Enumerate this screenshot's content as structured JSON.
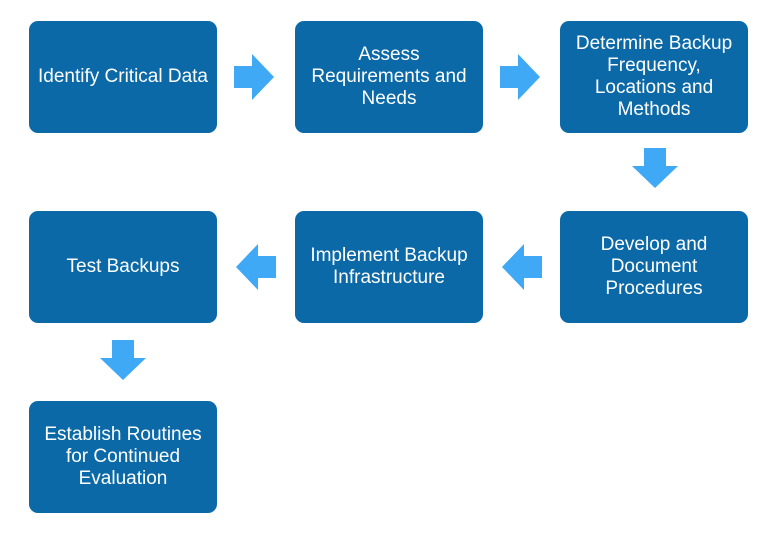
{
  "colors": {
    "box_fill": "#0b69a8",
    "box_text": "#ffffff",
    "arrow_fill": "#3fa9f5",
    "background": "#ffffff"
  },
  "flow": {
    "steps": [
      {
        "label": "Identify Critical Data"
      },
      {
        "label": "Assess Requirements and Needs"
      },
      {
        "label": "Determine Backup Frequency, Locations and Methods"
      },
      {
        "label": "Develop and Document Procedures"
      },
      {
        "label": "Implement Backup Infrastructure"
      },
      {
        "label": "Test Backups"
      },
      {
        "label": "Establish Routines for Continued Evaluation"
      }
    ],
    "arrows": [
      {
        "direction": "right"
      },
      {
        "direction": "right"
      },
      {
        "direction": "down"
      },
      {
        "direction": "left"
      },
      {
        "direction": "left"
      },
      {
        "direction": "down"
      }
    ]
  }
}
